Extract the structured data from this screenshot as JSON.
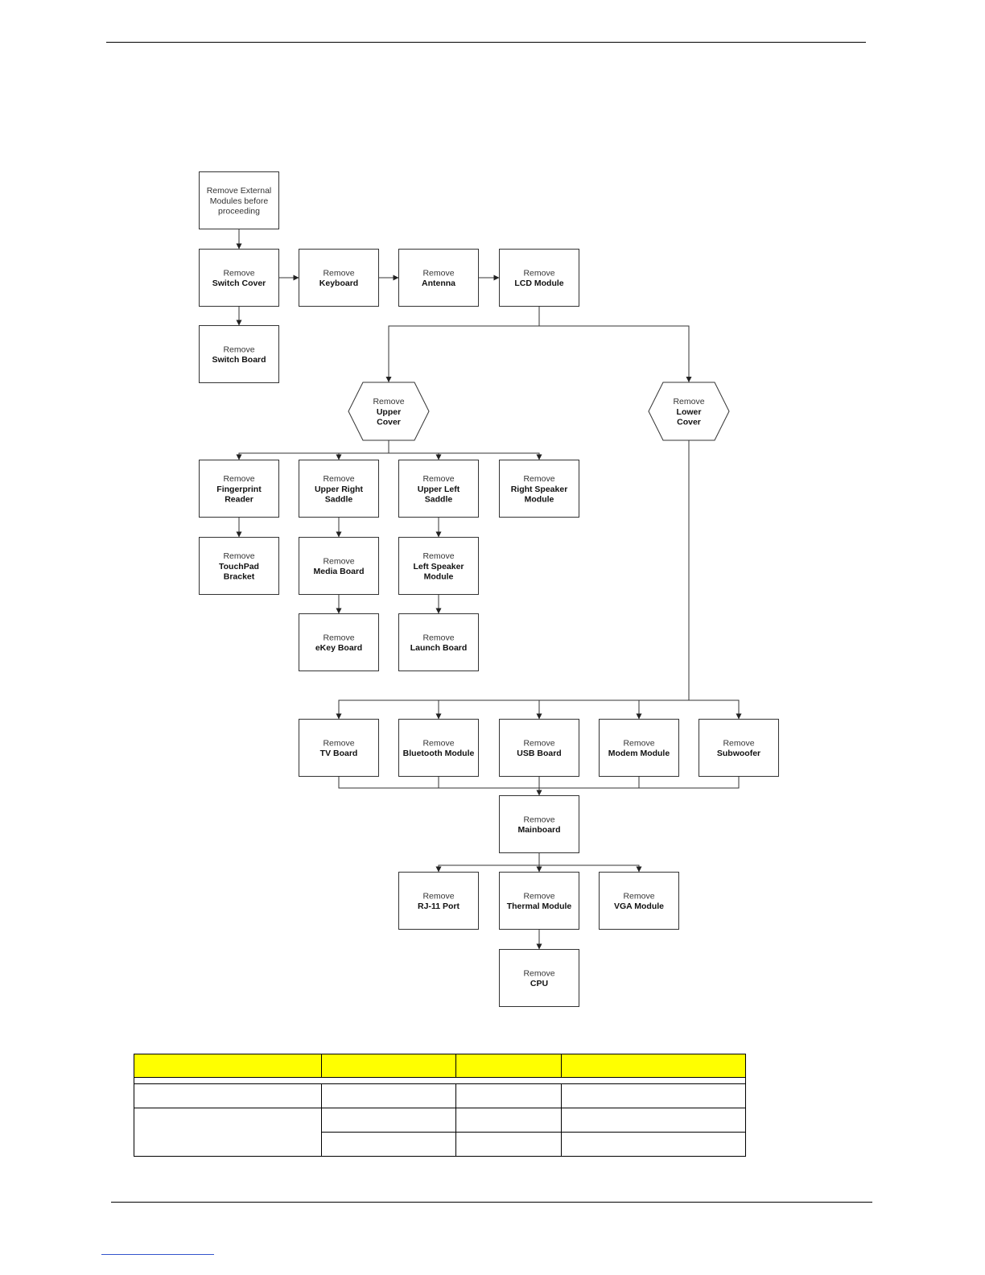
{
  "flowchart": {
    "nodes": [
      {
        "id": "external",
        "lines": [
          "Remove External",
          "Modules before",
          "proceeding"
        ],
        "bold": []
      },
      {
        "id": "switch-cover",
        "lines": [
          "Remove",
          "Switch Cover"
        ],
        "bold": [
          1
        ]
      },
      {
        "id": "keyboard",
        "lines": [
          "Remove",
          "Keyboard"
        ],
        "bold": [
          1
        ]
      },
      {
        "id": "antenna",
        "lines": [
          "Remove",
          "Antenna"
        ],
        "bold": [
          1
        ]
      },
      {
        "id": "lcd-module",
        "lines": [
          "Remove",
          "LCD Module"
        ],
        "bold": [
          1
        ]
      },
      {
        "id": "switch-board",
        "lines": [
          "Remove",
          "Switch Board"
        ],
        "bold": [
          1
        ]
      },
      {
        "id": "upper-cover",
        "lines": [
          "Remove",
          "Upper",
          "Cover"
        ],
        "bold": [
          1,
          2
        ]
      },
      {
        "id": "lower-cover",
        "lines": [
          "Remove",
          "Lower",
          "Cover"
        ],
        "bold": [
          1,
          2
        ]
      },
      {
        "id": "fingerprint-reader",
        "lines": [
          "Remove",
          "Fingerprint",
          "Reader"
        ],
        "bold": [
          1,
          2
        ]
      },
      {
        "id": "upper-right-saddle",
        "lines": [
          "Remove",
          "Upper Right",
          "Saddle"
        ],
        "bold": [
          1,
          2
        ]
      },
      {
        "id": "upper-left-saddle",
        "lines": [
          "Remove",
          "Upper Left",
          "Saddle"
        ],
        "bold": [
          1,
          2
        ]
      },
      {
        "id": "right-speaker-module",
        "lines": [
          "Remove",
          "Right Speaker",
          "Module"
        ],
        "bold": [
          1,
          2
        ]
      },
      {
        "id": "touchpad-bracket",
        "lines": [
          "Remove",
          "TouchPad",
          "Bracket"
        ],
        "bold": [
          1,
          2
        ]
      },
      {
        "id": "media-board",
        "lines": [
          "Remove",
          "Media Board"
        ],
        "bold": [
          1
        ]
      },
      {
        "id": "left-speaker-module",
        "lines": [
          "Remove",
          "Left Speaker",
          "Module"
        ],
        "bold": [
          1,
          2
        ]
      },
      {
        "id": "ekey-board",
        "lines": [
          "Remove",
          "eKey Board"
        ],
        "bold": [
          1
        ]
      },
      {
        "id": "launch-board",
        "lines": [
          "Remove",
          "Launch Board"
        ],
        "bold": [
          1
        ]
      },
      {
        "id": "tv-board",
        "lines": [
          "Remove",
          "TV Board"
        ],
        "bold": [
          1
        ]
      },
      {
        "id": "bluetooth-module",
        "lines": [
          "Remove",
          "Bluetooth Module"
        ],
        "bold": [
          1
        ]
      },
      {
        "id": "usb-board",
        "lines": [
          "Remove",
          "USB Board"
        ],
        "bold": [
          1
        ]
      },
      {
        "id": "modem-module",
        "lines": [
          "Remove",
          "Modem Module"
        ],
        "bold": [
          1
        ]
      },
      {
        "id": "subwoofer",
        "lines": [
          "Remove",
          "Subwoofer"
        ],
        "bold": [
          1
        ]
      },
      {
        "id": "mainboard",
        "lines": [
          "Remove",
          "Mainboard"
        ],
        "bold": [
          1
        ]
      },
      {
        "id": "rj11-port",
        "lines": [
          "Remove",
          "RJ-11 Port"
        ],
        "bold": [
          1
        ]
      },
      {
        "id": "thermal-module",
        "lines": [
          "Remove",
          "Thermal Module"
        ],
        "bold": [
          1
        ]
      },
      {
        "id": "vga-module",
        "lines": [
          "Remove",
          "VGA Module"
        ],
        "bold": [
          1
        ]
      },
      {
        "id": "cpu",
        "lines": [
          "Remove",
          "CPU"
        ],
        "bold": [
          1
        ]
      }
    ],
    "edges": [
      [
        "external",
        "switch-cover"
      ],
      [
        "switch-cover",
        "keyboard"
      ],
      [
        "keyboard",
        "antenna"
      ],
      [
        "antenna",
        "lcd-module"
      ],
      [
        "switch-cover",
        "switch-board"
      ],
      [
        "lcd-module",
        "upper-cover"
      ],
      [
        "lcd-module",
        "lower-cover"
      ],
      [
        "upper-cover",
        "fingerprint-reader"
      ],
      [
        "upper-cover",
        "upper-right-saddle"
      ],
      [
        "upper-cover",
        "upper-left-saddle"
      ],
      [
        "upper-cover",
        "right-speaker-module"
      ],
      [
        "fingerprint-reader",
        "touchpad-bracket"
      ],
      [
        "upper-right-saddle",
        "media-board"
      ],
      [
        "media-board",
        "ekey-board"
      ],
      [
        "upper-left-saddle",
        "left-speaker-module"
      ],
      [
        "left-speaker-module",
        "launch-board"
      ],
      [
        "lower-cover",
        "tv-board"
      ],
      [
        "lower-cover",
        "bluetooth-module"
      ],
      [
        "lower-cover",
        "usb-board"
      ],
      [
        "lower-cover",
        "modem-module"
      ],
      [
        "lower-cover",
        "subwoofer"
      ],
      [
        "tv-board",
        "mainboard"
      ],
      [
        "bluetooth-module",
        "mainboard"
      ],
      [
        "usb-board",
        "mainboard"
      ],
      [
        "modem-module",
        "mainboard"
      ],
      [
        "subwoofer",
        "mainboard"
      ],
      [
        "mainboard",
        "rj11-port"
      ],
      [
        "mainboard",
        "thermal-module"
      ],
      [
        "mainboard",
        "vga-module"
      ],
      [
        "thermal-module",
        "cpu"
      ]
    ]
  },
  "spec_table": {
    "header": [
      "",
      "",
      "",
      ""
    ],
    "rows": [
      [
        "",
        "",
        "",
        ""
      ],
      [
        "",
        "",
        "",
        ""
      ],
      [
        "",
        "",
        ""
      ]
    ]
  }
}
